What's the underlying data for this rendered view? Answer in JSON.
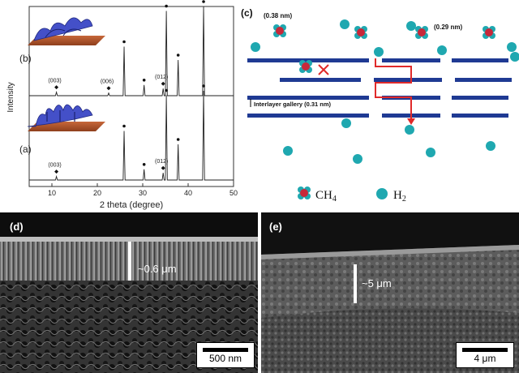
{
  "chart_data": {
    "type": "line",
    "panel_label": "",
    "xlabel": "2 theta (degree)",
    "ylabel": "Intensity",
    "xlim": [
      5,
      50
    ],
    "xticks": [
      "10",
      "20",
      "30",
      "40",
      "50"
    ],
    "series": [
      {
        "name": "(b)",
        "peaks": [
          {
            "x": 11.0,
            "label": "(003)",
            "marker": "diamond"
          },
          {
            "x": 22.5,
            "label": "(006)",
            "marker": "diamond"
          },
          {
            "x": 25.9,
            "label": "",
            "marker": "dot"
          },
          {
            "x": 30.3,
            "label": "",
            "marker": "dot"
          },
          {
            "x": 34.5,
            "label": "(012)",
            "marker": "diamond"
          },
          {
            "x": 35.2,
            "label": "",
            "marker": "dot"
          },
          {
            "x": 37.8,
            "label": "",
            "marker": "dot"
          },
          {
            "x": 43.4,
            "label": "",
            "marker": "dot"
          }
        ]
      },
      {
        "name": "(a)",
        "peaks": [
          {
            "x": 11.0,
            "label": "(003)",
            "marker": "diamond"
          },
          {
            "x": 25.9,
            "label": "",
            "marker": "dot"
          },
          {
            "x": 30.3,
            "label": "",
            "marker": "dot"
          },
          {
            "x": 34.5,
            "label": "(012)",
            "marker": "diamond"
          },
          {
            "x": 35.2,
            "label": "",
            "marker": "dot"
          },
          {
            "x": 37.8,
            "label": "",
            "marker": "dot"
          },
          {
            "x": 43.4,
            "label": "",
            "marker": "dot"
          }
        ]
      }
    ]
  },
  "schematic": {
    "panel_label": "(c)",
    "size_ch4": "(0.38 nm)",
    "size_h2": "(0.29 nm)",
    "gallery_label": "Interlayer gallery (0.31 nm)",
    "legend_ch4": "CH",
    "legend_ch4_sub": "4",
    "legend_h2": "H",
    "legend_h2_sub": "2",
    "colors": {
      "layer": "#1f3a93",
      "h2": "#1fa8b0",
      "ch4_center": "#c7283a",
      "path": "#e02a2a"
    }
  },
  "sem_d": {
    "panel_label": "(d)",
    "thickness": "~0.6 μm",
    "scale": "500 nm"
  },
  "sem_e": {
    "panel_label": "(e)",
    "thickness": "~5 μm",
    "scale": "4 μm"
  }
}
